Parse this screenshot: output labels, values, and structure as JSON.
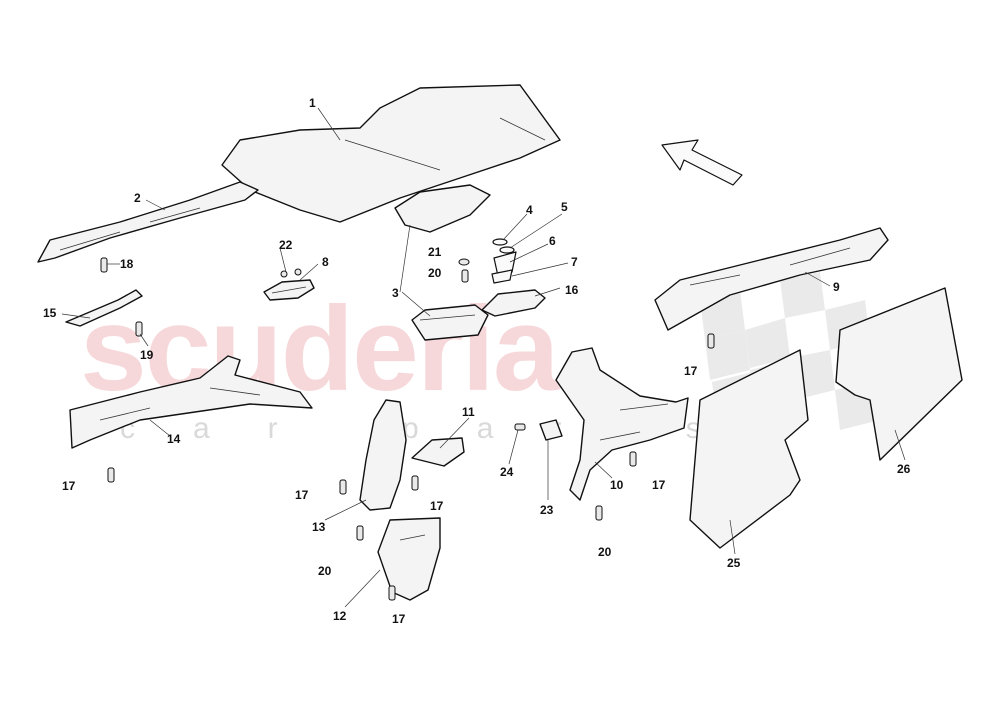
{
  "watermark": {
    "brand": "scuderia",
    "sub": "car parts",
    "color": "#f2b9bd"
  },
  "diagram": {
    "labels": [
      {
        "id": "l1",
        "text": "1"
      },
      {
        "id": "l2",
        "text": "2"
      },
      {
        "id": "l3",
        "text": "3"
      },
      {
        "id": "l4",
        "text": "4"
      },
      {
        "id": "l5",
        "text": "5"
      },
      {
        "id": "l6",
        "text": "6"
      },
      {
        "id": "l7",
        "text": "7"
      },
      {
        "id": "l8",
        "text": "8"
      },
      {
        "id": "l9",
        "text": "9"
      },
      {
        "id": "l10",
        "text": "10"
      },
      {
        "id": "l11",
        "text": "11"
      },
      {
        "id": "l12",
        "text": "12"
      },
      {
        "id": "l13",
        "text": "13"
      },
      {
        "id": "l14",
        "text": "14"
      },
      {
        "id": "l15",
        "text": "15"
      },
      {
        "id": "l16",
        "text": "16"
      },
      {
        "id": "l17a",
        "text": "17"
      },
      {
        "id": "l17b",
        "text": "17"
      },
      {
        "id": "l17c",
        "text": "17"
      },
      {
        "id": "l17d",
        "text": "17"
      },
      {
        "id": "l17e",
        "text": "17"
      },
      {
        "id": "l17f",
        "text": "17"
      },
      {
        "id": "l18",
        "text": "18"
      },
      {
        "id": "l19",
        "text": "19"
      },
      {
        "id": "l20a",
        "text": "20"
      },
      {
        "id": "l20b",
        "text": "20"
      },
      {
        "id": "l20c",
        "text": "20"
      },
      {
        "id": "l21",
        "text": "21"
      },
      {
        "id": "l22",
        "text": "22"
      },
      {
        "id": "l23",
        "text": "23"
      },
      {
        "id": "l24",
        "text": "24"
      },
      {
        "id": "l25",
        "text": "25"
      },
      {
        "id": "l26",
        "text": "26"
      }
    ]
  }
}
